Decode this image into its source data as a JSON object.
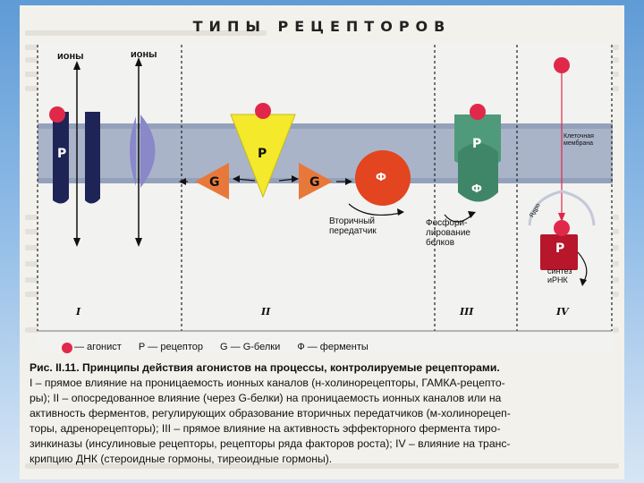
{
  "title": "ТИПЫ РЕЦЕПТОРОВ",
  "labels": {
    "ions_1": "ионы",
    "ions_2": "ионы",
    "receptor": "Р",
    "g_protein": "G",
    "enzyme": "Ф",
    "second_messenger": [
      "Вторичный",
      "передатчик"
    ],
    "phosphorylation": [
      "Фосфори-",
      "лирование",
      "белков"
    ],
    "cell_membrane": [
      "Клеточная",
      "мембрана"
    ],
    "nucleus_membrane": "Ядро",
    "mrna_synthesis": [
      "синтез",
      "иРНК"
    ]
  },
  "sections": [
    "I",
    "II",
    "III",
    "IV"
  ],
  "legend": {
    "agonist": "— агонист",
    "receptor": "Р — рецептор",
    "g_proteins": "G — G-белки",
    "enzymes": "Ф — ферменты"
  },
  "caption": {
    "head": "Рис. II.11. Принципы действия агонистов на процессы, контролируемые рецепторами.",
    "lines": [
      "I – прямое влияние на проницаемость ионных каналов (н-холинорецепторы, ГАМКА-рецепто-",
      "ры); II – опосредованное влияние (через G-белки) на проницаемость ионных каналов или на",
      "активность ферментов, регулирующих образование вторичных передатчиков (м-холинорецеп-",
      "торы, адренорецепторы); III – прямое влияние на активность эффекторного фермента тиро-",
      "зинкиназы (инсулиновые рецепторы, рецепторы ряда факторов роста); IV – влияние на транс-",
      "крипцию ДНК (стероидные гормоны, тиреоидные гормоны)."
    ]
  },
  "colors": {
    "agonist": "#e0284a",
    "receptor_dark": "#1f2456",
    "ion_channel": "#8a88c9",
    "receptor_triangle": "#f4ea2b",
    "g_protein": "#e8783a",
    "enzyme": "#e2451f",
    "tyrosine_kinase": "#4f9a7a",
    "nuclear_receptor": "#b8162a",
    "membrane": "#a9b4c9"
  }
}
